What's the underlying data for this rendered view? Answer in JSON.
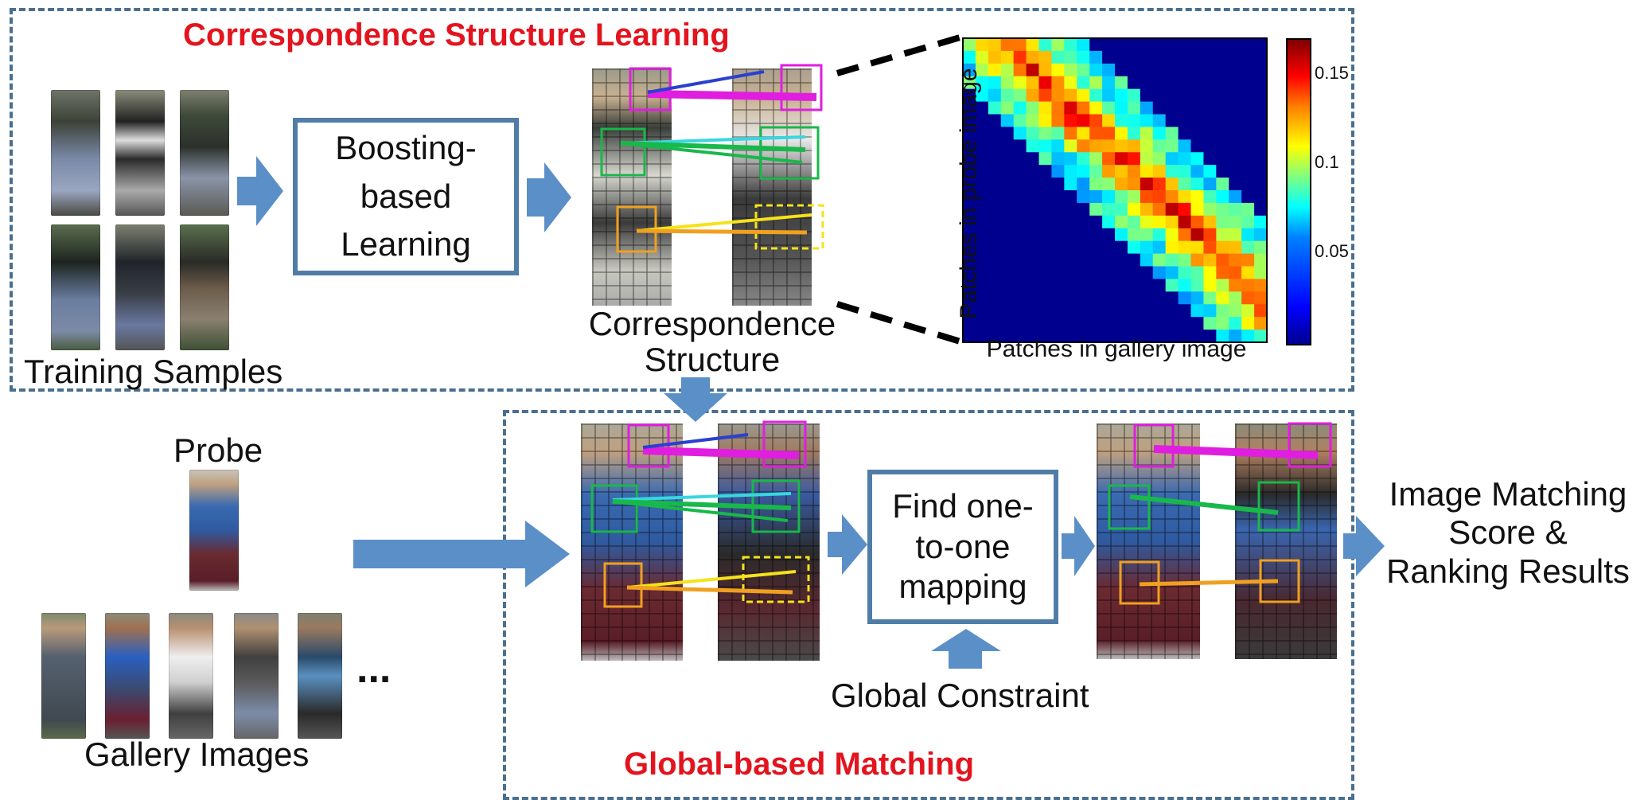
{
  "top_region": {
    "title": "Correspondence Structure Learning"
  },
  "bottom_region": {
    "title": "Global-based Matching"
  },
  "training": {
    "label": "Training Samples"
  },
  "boosting_box": {
    "line1": "Boosting-",
    "line2": "based",
    "line3": "Learning"
  },
  "correspondence": {
    "line1": "Correspondence",
    "line2": "Structure"
  },
  "heatmap": {
    "ylabel": "Patches in probe image",
    "xlabel": "Patches in gallery image",
    "colorbar_ticks": [
      "0.15",
      "0.1",
      "0.05"
    ],
    "colormap": "jet"
  },
  "probe": {
    "label": "Probe"
  },
  "gallery": {
    "label": "Gallery Images",
    "ellipsis": "..."
  },
  "mapping_box": {
    "line1": "Find one-",
    "line2": "to-one",
    "line3": "mapping"
  },
  "constraint": {
    "label": "Global Constraint"
  },
  "result": {
    "line1": "Image Matching",
    "line2": "Score &",
    "line3": "Ranking Results"
  },
  "colors": {
    "arrow": "#5b8fc7",
    "dash_border": "#4a6f8e",
    "box_border": "#4f7da7",
    "title_red": "#e3141e",
    "match_magenta": "#e01ee0",
    "match_green": "#18b84a",
    "match_cyan": "#37d7e0",
    "match_orange": "#f0a020",
    "match_yellow": "#f5e21a",
    "match_blue": "#2b3fd0"
  }
}
